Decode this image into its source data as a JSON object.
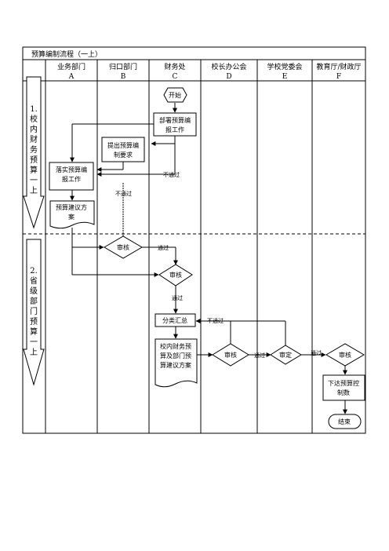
{
  "title": "预算编制流程（一上）",
  "departments": [
    {
      "name": "业务部门",
      "code": "A"
    },
    {
      "name": "归口部门",
      "code": "B"
    },
    {
      "name": "财务处",
      "code": "C"
    },
    {
      "name": "校长办公会",
      "code": "D"
    },
    {
      "name": "学校党委会",
      "code": "E"
    },
    {
      "name": "教育厅/财政厅",
      "code": "F"
    }
  ],
  "phases": [
    {
      "label": [
        "1.",
        "校",
        "内",
        "财",
        "务",
        "预",
        "算",
        "一",
        "上"
      ]
    },
    {
      "label": [
        "2.",
        "省",
        "级",
        "部",
        "门",
        "预",
        "算",
        "一",
        "上"
      ]
    }
  ],
  "nodes": {
    "start": "开始",
    "deploy": [
      "部署预算编",
      "报工作"
    ],
    "propose": [
      "提出预算编",
      "制要求"
    ],
    "implement": [
      "落实预算编",
      "报工作"
    ],
    "proposal": [
      "预算建议方",
      "案"
    ],
    "review_b": "审核",
    "review_c": "审核",
    "summary": "分类汇总",
    "school_plan": [
      "校内财务预",
      "算及部门预",
      "算建议方案"
    ],
    "review_d": "审核",
    "approve_e": "审定",
    "review_f": "审核",
    "issue": [
      "下达预算控",
      "制数"
    ],
    "end": "结束"
  },
  "edge_labels": {
    "reject_1": "不通过",
    "reject_2": "不通过",
    "pass_1": "通过",
    "pass_2": "通过",
    "reject_3": "不通过",
    "pass_3": "通过",
    "pass_4": "通过"
  }
}
